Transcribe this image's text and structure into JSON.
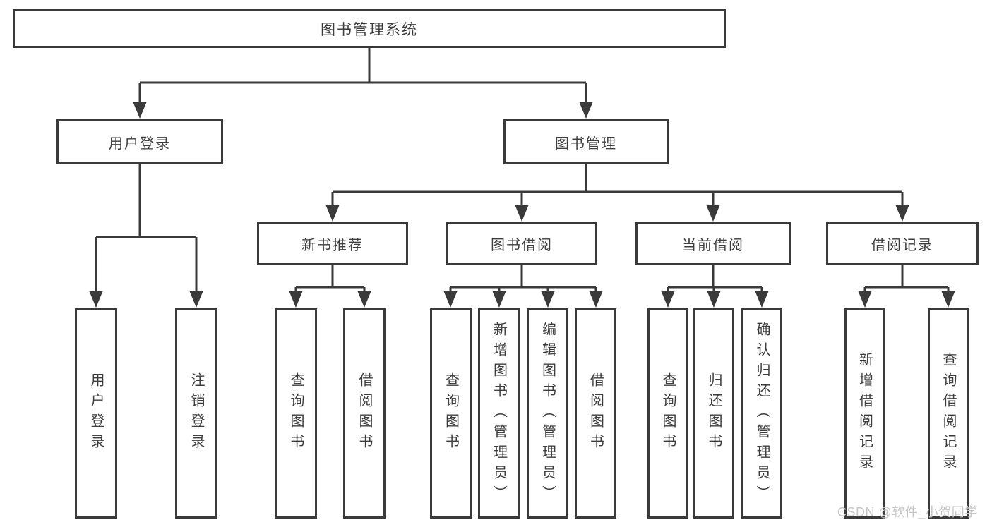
{
  "diagram_title": "图书管理系统",
  "nodes": {
    "root": "图书管理系统",
    "user_login": "用户登录",
    "book_management": "图书管理",
    "new_book_recommend": "新书推荐",
    "book_borrowing": "图书借阅",
    "current_borrowing": "当前借阅",
    "borrowing_records": "借阅记录",
    "leaf_user_login": "用户登录",
    "leaf_logout_login": "注销登录",
    "leaf_query_books_recommend": "查询图书",
    "leaf_borrow_books_recommend": "借阅图书",
    "leaf_query_books_borrowing": "查询图书",
    "leaf_add_books_admin": "新增图书（管理员）",
    "leaf_edit_books_admin": "编辑图书（管理员）",
    "leaf_borrow_books_borrowing": "借阅图书",
    "leaf_query_books_current": "查询图书",
    "leaf_return_books": "归还图书",
    "leaf_confirm_return_admin": "确认归还（管理员）",
    "leaf_add_borrow_record": "新增借阅记录",
    "leaf_query_borrow_record": "查询借阅记录"
  },
  "watermark": "CSDN @软件_小贺同学",
  "colors": {
    "line": "#3a3a3a",
    "text": "#3d3d3d",
    "watermark": "#c6c6c6",
    "background": "#ffffff"
  }
}
